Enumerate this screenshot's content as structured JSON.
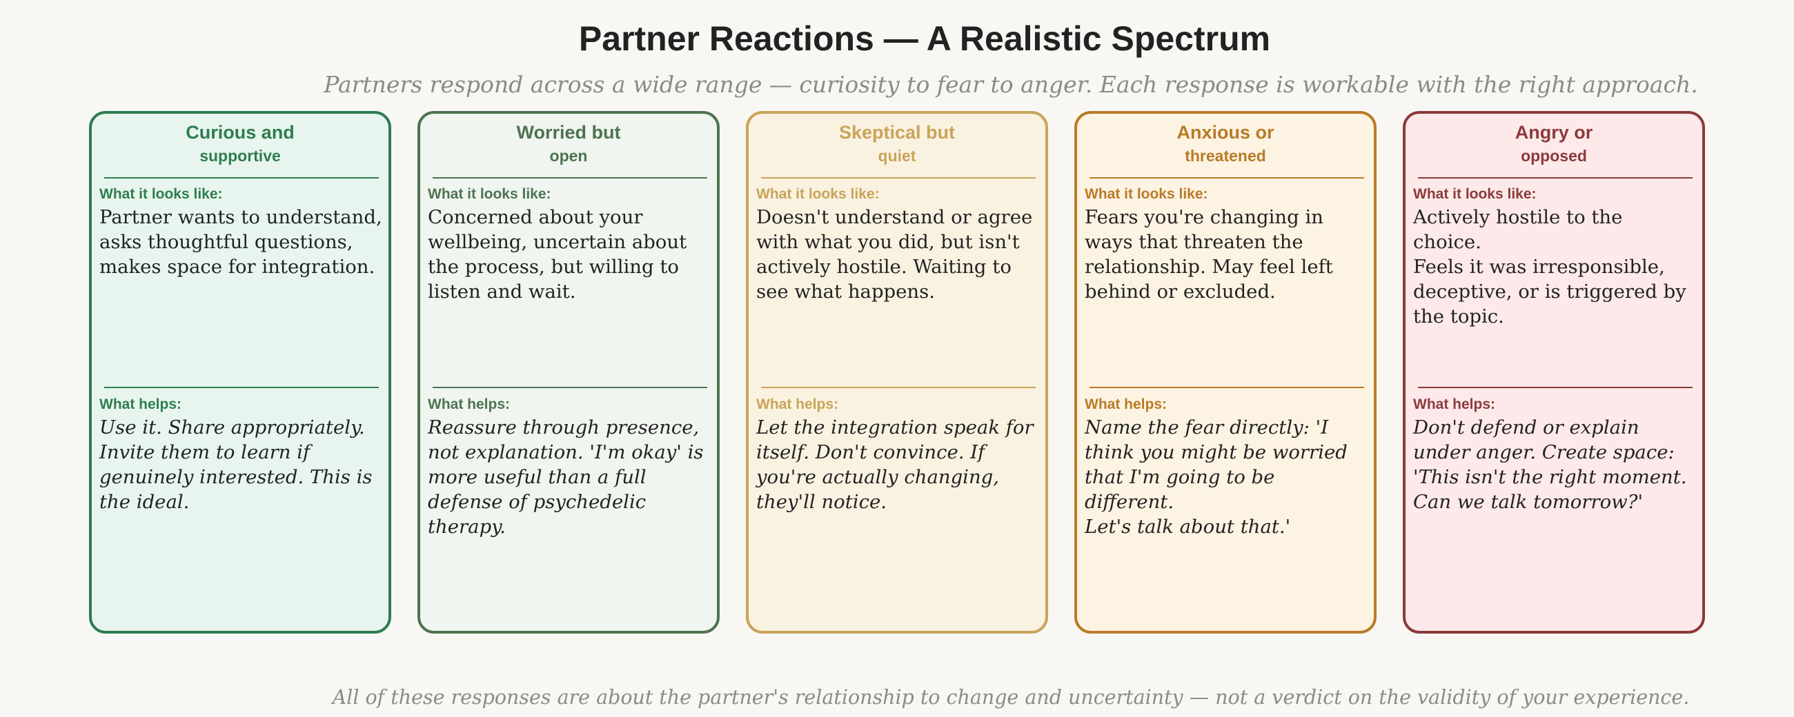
{
  "header": {
    "title": "Partner Reactions — A Realistic Spectrum",
    "subtitle": "Partners respond across a wide range — curiosity to fear to anger. Each response is workable with the right approach."
  },
  "labels": {
    "looks_like": "What it looks like:",
    "helps": "What helps:"
  },
  "cards": [
    {
      "title_line1": "Curious and",
      "title_line2": "supportive",
      "looks_like": "Partner wants to understand,\nasks thoughtful questions,\nmakes space for integration.",
      "helps": "Use it. Share appropriately.\nInvite them to learn if\ngenuinely interested. This is\nthe ideal.",
      "border_color": "#2e7d4f",
      "bg_color": "#e8f5ee",
      "accent_color": "#2e7d4f"
    },
    {
      "title_line1": "Worried but",
      "title_line2": "open",
      "looks_like": "Concerned about your\nwellbeing, uncertain about\nthe process, but willing to\nlisten and wait.",
      "helps": "Reassure through presence,\nnot explanation. 'I'm okay' is\nmore useful than a full\ndefense of psychedelic\ntherapy.",
      "border_color": "#4d7352",
      "bg_color": "#f0f5ef",
      "accent_color": "#4d7352"
    },
    {
      "title_line1": "Skeptical but",
      "title_line2": "quiet",
      "looks_like": "Doesn't understand or agree\nwith what you did, but isn't\nactively hostile. Waiting to\nsee what happens.",
      "helps": "Let the integration speak for\nitself. Don't convince. If\nyou're actually changing,\nthey'll notice.",
      "border_color": "#c9a45a",
      "bg_color": "#faf2e1",
      "accent_color": "#c9a45a"
    },
    {
      "title_line1": "Anxious or",
      "title_line2": "threatened",
      "looks_like": "Fears you're changing in\nways that threaten the\nrelationship. May feel left\nbehind or excluded.",
      "helps": "Name the fear directly: 'I\nthink you might be worried\nthat I'm going to be different.\nLet's talk about that.'",
      "border_color": "#b87b28",
      "bg_color": "#fdf3e2",
      "accent_color": "#b87b28"
    },
    {
      "title_line1": "Angry or",
      "title_line2": "opposed",
      "looks_like": "Actively hostile to the choice.\nFeels it was irresponsible,\ndeceptive, or is triggered by\nthe topic.",
      "helps": "Don't defend or explain\nunder anger. Create space:\n'This isn't the right moment.\nCan we talk tomorrow?'",
      "border_color": "#8b3a3a",
      "bg_color": "#fde9ea",
      "accent_color": "#8b3a3a"
    }
  ],
  "footer": {
    "note": "All of these responses are about the partner's relationship to change and uncertainty — not a verdict on the validity of your experience."
  }
}
